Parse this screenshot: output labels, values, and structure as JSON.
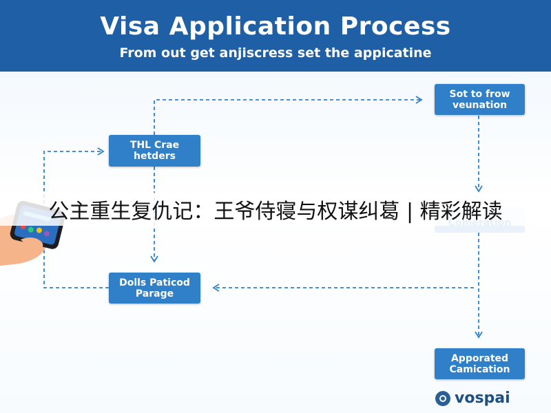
{
  "header": {
    "title": "Visa Application Process",
    "subtitle": "From out get anjiscress set the appicatine"
  },
  "boxes": {
    "b1": "THL Crae hetders",
    "b2": "Sot to frow veunation",
    "b3": "Comeration",
    "b4": "Dolls Paticod Parage",
    "b5": "Apporated Camication"
  },
  "overlay_banner": "公主重生复仇记：王爷侍寝与权谋纠葛 | 精彩解读",
  "logo": {
    "text": "vospai"
  },
  "colors": {
    "header": "#1f5fa6",
    "box": "#2f7fc9",
    "arrow": "#2f7fc9"
  },
  "icons": [
    "smartphone-hand-illustration",
    "logo-icon"
  ]
}
